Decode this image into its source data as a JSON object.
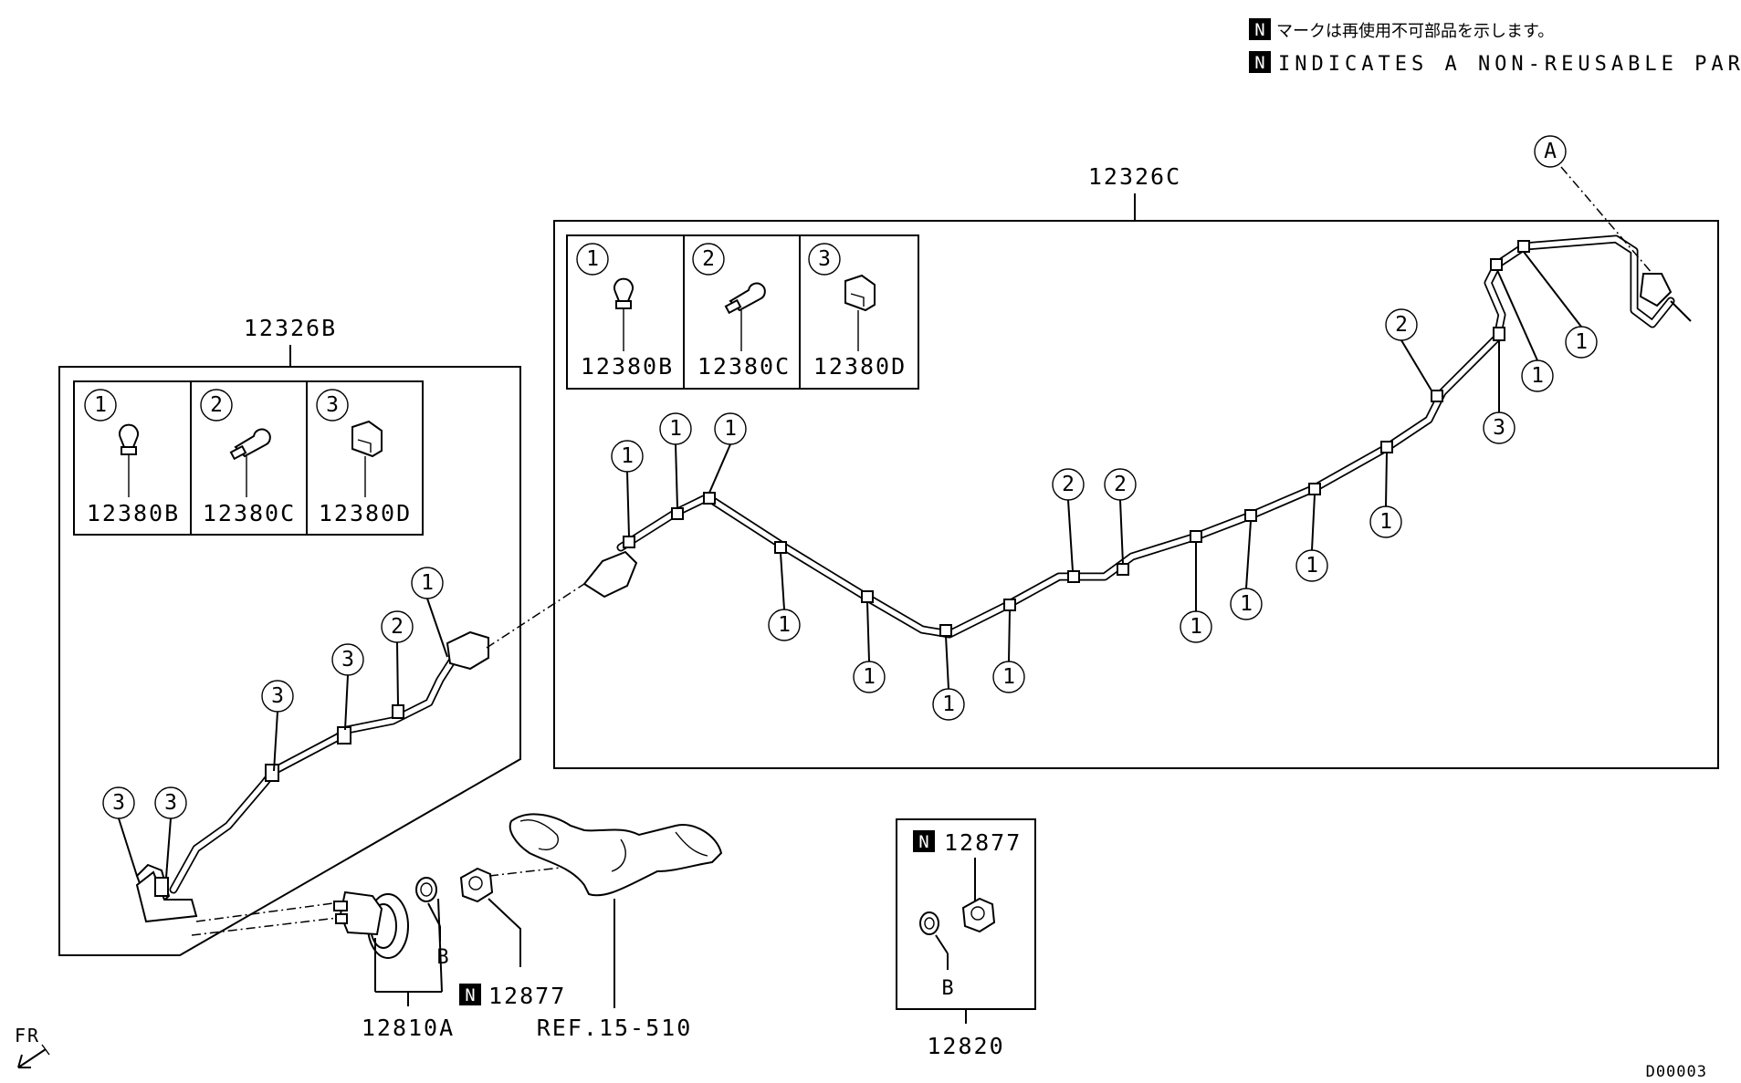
{
  "legend": {
    "badge": "N",
    "line_jp": "マークは再使用不可部品を示します。",
    "line_en": "INDICATES A NON-REUSABLE PART."
  },
  "assemblies": {
    "left_title": "12326B",
    "right_title": "12326C",
    "kit_title": "12820"
  },
  "clip_legend": [
    {
      "num": "1",
      "part": "12380B"
    },
    {
      "num": "2",
      "part": "12380C"
    },
    {
      "num": "3",
      "part": "12380D"
    }
  ],
  "callouts": {
    "marker_a": "A",
    "marker_b": "B",
    "one": "1",
    "two": "2",
    "three": "3"
  },
  "parts": {
    "pump_assembly": "12810A",
    "clamp": "12877",
    "reference": "REF.15-510"
  },
  "orientation": "FR",
  "drawing_id": "D00003"
}
